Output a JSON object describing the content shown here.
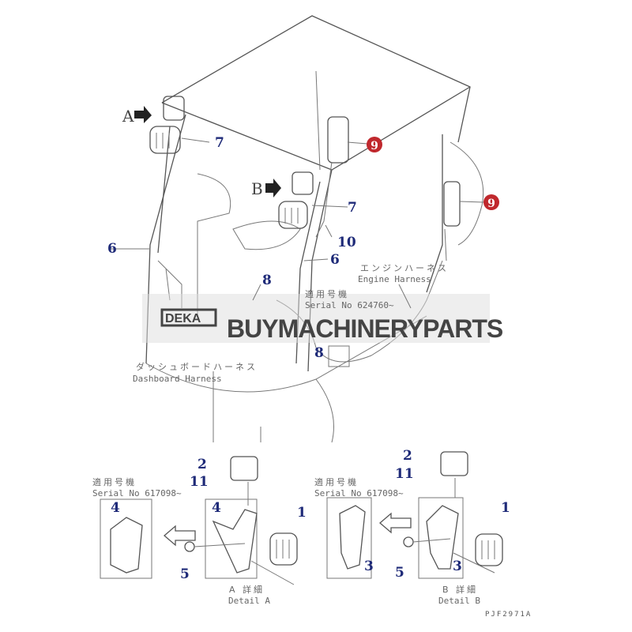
{
  "diagram": {
    "code": "PJF2971A",
    "watermark": {
      "brand": "BUYMACHINERYPARTS",
      "logo": "DEKA"
    },
    "view_markers": [
      "A",
      "B"
    ],
    "harness_labels": [
      {
        "jp": "ダッシュボードハーネス",
        "en": "Dashboard Harness"
      },
      {
        "jp": "エンジンハーネス",
        "en": "Engine Harness"
      }
    ],
    "serial_notes": {
      "main": {
        "jp": "適用号機",
        "en": "Serial No 624760~"
      },
      "detail_a": {
        "jp": "適用号機",
        "en": "Serial No 617098~"
      },
      "detail_b": {
        "jp": "適用号機",
        "en": "Serial No 617098~"
      }
    },
    "details": [
      {
        "jp": "A 詳細",
        "en": "Detail A"
      },
      {
        "jp": "B 詳細",
        "en": "Detail B"
      }
    ],
    "callouts": {
      "c1a": "1",
      "c1b": "1",
      "c2a": "2",
      "c2b": "2",
      "c3a": "3",
      "c3b": "3",
      "c4a": "4",
      "c4b": "4",
      "c5a": "5",
      "c5b": "5",
      "c6a": "6",
      "c6b": "6",
      "c7a": "7",
      "c7b": "7",
      "c8a": "8",
      "c8b": "8",
      "c9a": "9",
      "c9b": "9",
      "c10": "10",
      "c11a": "11",
      "c11b": "11"
    },
    "highlight_color": "#c0282d",
    "callout_color": "#1e2a78"
  }
}
